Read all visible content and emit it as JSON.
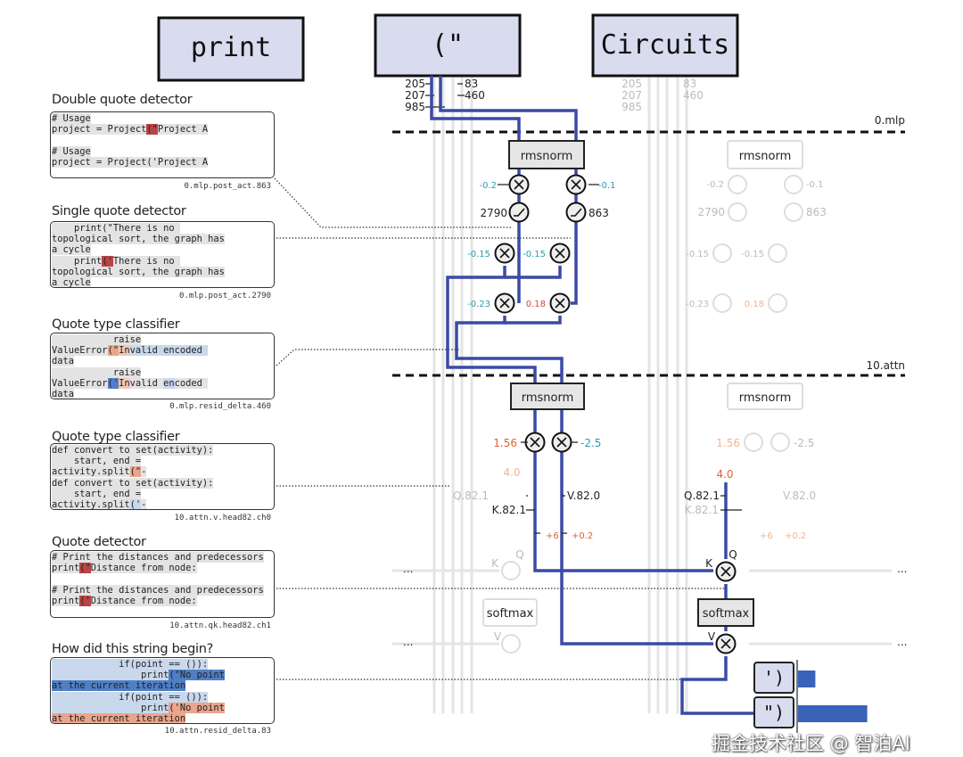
{
  "tokens": {
    "t1": "print",
    "t2": "(\"",
    "t3": "Circuits"
  },
  "colors": {
    "active_path": "#3a4aa6",
    "inactive_path": "#e3e3e3",
    "token_fill": "#d9dcef",
    "positive": "#d9453b",
    "negative": "#2a9bb5",
    "bar": "#3a62b8"
  },
  "embed_labels": {
    "a": "205",
    "b": "207",
    "c": "985",
    "d": "83",
    "e": "460"
  },
  "layers": {
    "mlp": "0.mlp",
    "attn": "10.attn"
  },
  "mlp": {
    "rmsnorm": "rmsnorm",
    "w_left": "-0.2",
    "w_right": "-0.1",
    "neuron_left": "2790",
    "neuron_right": "863",
    "w2a": "-0.15",
    "w2b": "-0.15",
    "w3a": "-0.23",
    "w3b": "0.18"
  },
  "attn": {
    "rmsnorm": "rmsnorm",
    "w_left": "1.56",
    "w_right": "-2.5",
    "scale": "4.0",
    "q": "Q.82.1",
    "k": "K.82.1",
    "v": "V.82.0",
    "bias_left": "+6",
    "bias_right": "+0.2",
    "K": "K",
    "Q": "Q",
    "V": "V",
    "softmax": "softmax",
    "ellipsis": "..."
  },
  "outputs": [
    {
      "token": "')",
      "probability": 0.2
    },
    {
      "token": "\")",
      "probability": 0.8
    }
  ],
  "panels": [
    {
      "title": "Double quote detector",
      "caption": "0.mlp.post_act.863",
      "lines": [
        [
          [
            "# Usage",
            "g"
          ]
        ],
        [
          [
            "project = Project",
            "g"
          ],
          [
            "(\"",
            "r"
          ],
          [
            "Project A",
            "g"
          ]
        ],
        [],
        [
          [
            "# Usage",
            "g"
          ]
        ],
        [
          [
            "project = Project('Project A",
            "g"
          ]
        ]
      ]
    },
    {
      "title": "Single quote detector",
      "caption": "0.mlp.post_act.2790",
      "lines": [
        [
          [
            "    print(\"There is no ",
            "g"
          ]
        ],
        [
          [
            "topological sort, the graph has",
            "g"
          ]
        ],
        [
          [
            "a cycle",
            "g"
          ]
        ],
        [
          [
            "    print",
            "g"
          ],
          [
            "('",
            "r"
          ],
          [
            "There is no ",
            "g"
          ]
        ],
        [
          [
            "topological sort, the graph has",
            "g"
          ]
        ],
        [
          [
            "a cycle",
            "g"
          ]
        ]
      ]
    },
    {
      "title": "Quote type classifier",
      "caption": "0.mlp.resid_delta.460",
      "lines": [
        [
          [
            "           raise",
            "g"
          ]
        ],
        [
          [
            "ValueError",
            "g"
          ],
          [
            "(\"",
            "o"
          ],
          [
            "In",
            "lo"
          ],
          [
            "valid encoded ",
            "lb"
          ]
        ],
        [
          [
            "data",
            "g"
          ]
        ],
        [
          [
            "           raise",
            "g"
          ]
        ],
        [
          [
            "ValueError",
            "g"
          ],
          [
            "('",
            "b"
          ],
          [
            "In",
            "lo"
          ],
          [
            "valid ",
            "g"
          ],
          [
            "en",
            "lb"
          ],
          [
            "coded ",
            "g"
          ]
        ],
        [
          [
            "data",
            "g"
          ]
        ]
      ]
    },
    {
      "title": "Quote type classifier",
      "caption": "10.attn.v.head82.ch0",
      "lines": [
        [
          [
            "def convert to set(activity):",
            "g"
          ]
        ],
        [
          [
            "    start, end =",
            "g"
          ]
        ],
        [
          [
            "activity.split",
            "g"
          ],
          [
            "(\"",
            "o"
          ],
          [
            "-",
            "g"
          ]
        ],
        [
          [
            "def convert to set(activity):",
            "g"
          ]
        ],
        [
          [
            "    start, end =",
            "g"
          ]
        ],
        [
          [
            "activity.split",
            "g"
          ],
          [
            "('",
            "lb"
          ],
          [
            "-",
            "g"
          ]
        ]
      ]
    },
    {
      "title": "Quote detector",
      "caption": "10.attn.qk.head82.ch1",
      "lines": [
        [
          [
            "# Print the distances and predecessors",
            "g"
          ]
        ],
        [
          [
            "print",
            "g"
          ],
          [
            "(\"",
            "r"
          ],
          [
            "Distance from node:",
            "g"
          ]
        ],
        [],
        [
          [
            "# Print the distances and predecessors",
            "g"
          ]
        ],
        [
          [
            "print",
            "g"
          ],
          [
            "('",
            "r"
          ],
          [
            "Distance from node:",
            "g"
          ]
        ]
      ]
    },
    {
      "title": "How did this string begin?",
      "caption": "10.attn.resid_delta.83",
      "lines": [
        [
          [
            "            if(point == ()):",
            "lb"
          ]
        ],
        [
          [
            "                print",
            "lb"
          ],
          [
            "(\"No point",
            "b"
          ]
        ],
        [
          [
            "at the current iteration",
            "b"
          ]
        ],
        [
          [
            "            if(point == ()):",
            "lb"
          ]
        ],
        [
          [
            "                print",
            "lb"
          ],
          [
            "('No point",
            "o"
          ]
        ],
        [
          [
            "at the current iteration",
            "o"
          ]
        ]
      ]
    }
  ],
  "watermark": "掘金技术社区 @ 智泊AI"
}
